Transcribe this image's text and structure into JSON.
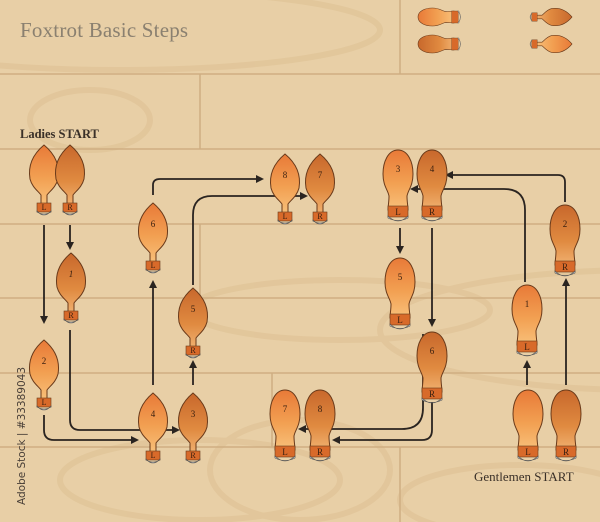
{
  "title": "Foxtrot Basic Steps",
  "labels": {
    "ladies_start": "Ladies START",
    "gentlemen_start": "Gentlemen START"
  },
  "credit": "Adobe Stock | #33389043",
  "colors": {
    "floor": "#e8cfa6",
    "floor_seam": "#cfae82",
    "shoe_sole": "#e8803a",
    "shoe_dark": "#c8692a",
    "shoe_outline": "#6a3a1a",
    "heel_tip": "#d9d9d9",
    "arrow": "#2a2420"
  },
  "ladies": {
    "start": [
      {
        "foot": "L"
      },
      {
        "foot": "R"
      }
    ],
    "steps": [
      {
        "n": "1",
        "foot": "R"
      },
      {
        "n": "2",
        "foot": "L"
      },
      {
        "n": "3",
        "foot": "R"
      },
      {
        "n": "4",
        "foot": "L"
      },
      {
        "n": "5",
        "foot": "R"
      },
      {
        "n": "6",
        "foot": "L"
      },
      {
        "n": "7",
        "foot": "R"
      },
      {
        "n": "8",
        "foot": "L"
      }
    ]
  },
  "gentlemen": {
    "start": [
      {
        "foot": "L"
      },
      {
        "foot": "R"
      }
    ],
    "steps": [
      {
        "n": "1",
        "foot": "L"
      },
      {
        "n": "2",
        "foot": "R"
      },
      {
        "n": "3",
        "foot": "L"
      },
      {
        "n": "4",
        "foot": "R"
      },
      {
        "n": "5",
        "foot": "L"
      },
      {
        "n": "6",
        "foot": "R"
      },
      {
        "n": "7",
        "foot": "L"
      },
      {
        "n": "8",
        "foot": "R"
      }
    ]
  },
  "legend": {
    "items": [
      {
        "name": "gentleman-shoe-left-facing"
      },
      {
        "name": "ladies-shoe-right-facing"
      }
    ]
  }
}
